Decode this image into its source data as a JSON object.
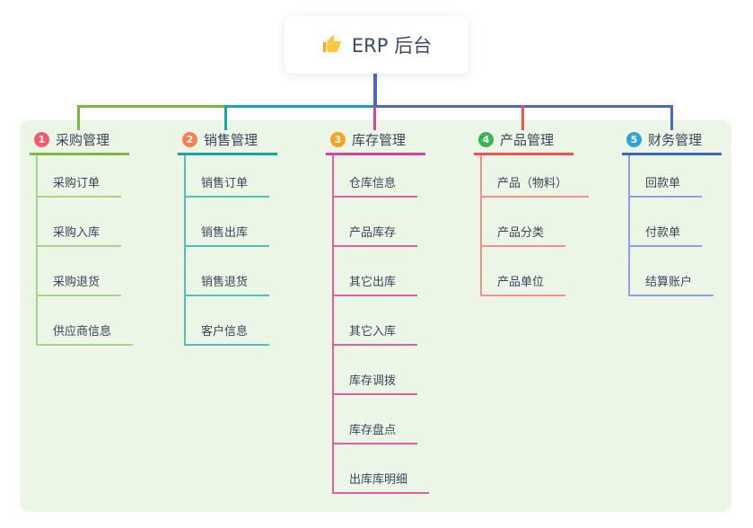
{
  "root": {
    "title": "ERP 后台",
    "icon": "thumbs-up-icon"
  },
  "branches": [
    {
      "index": "1",
      "label": "采购管理",
      "line_color": "#7CB840",
      "child_line_color": "#A9D388",
      "badge_color": "#F25C72",
      "children": [
        "采购订单",
        "采购入库",
        "采购退货",
        "供应商信息"
      ]
    },
    {
      "index": "2",
      "label": "销售管理",
      "line_color": "#17A6A3",
      "child_line_color": "#52BFBA",
      "badge_color": "#F68050",
      "children": [
        "销售订单",
        "销售出库",
        "销售退货",
        "客户信息"
      ]
    },
    {
      "index": "3",
      "label": "库存管理",
      "line_color": "#D6449A",
      "child_line_color": "#E25CA6",
      "badge_color": "#F7A426",
      "children": [
        "仓库信息",
        "产品库存",
        "其它出库",
        "其它入库",
        "库存调拨",
        "库存盘点",
        "出库库明细"
      ]
    },
    {
      "index": "4",
      "label": "产品管理",
      "line_color": "#F05152",
      "child_line_color": "#F48F8D",
      "badge_color": "#3BB457",
      "children": [
        "产品（物料）",
        "产品分类",
        "产品单位"
      ]
    },
    {
      "index": "5",
      "label": "财务管理",
      "line_color": "#4163C4",
      "child_line_color": "#8CA1DE",
      "badge_color": "#2EA4DB",
      "children": [
        "回款单",
        "付款单",
        "结算账户"
      ]
    }
  ],
  "palette": {
    "root_connector": "#5066C3",
    "panel_bg": "#ECF6E6",
    "canvas_bg": "#FFFFFF",
    "text": "#39455A",
    "thumb_icon": "#FFC83D"
  }
}
